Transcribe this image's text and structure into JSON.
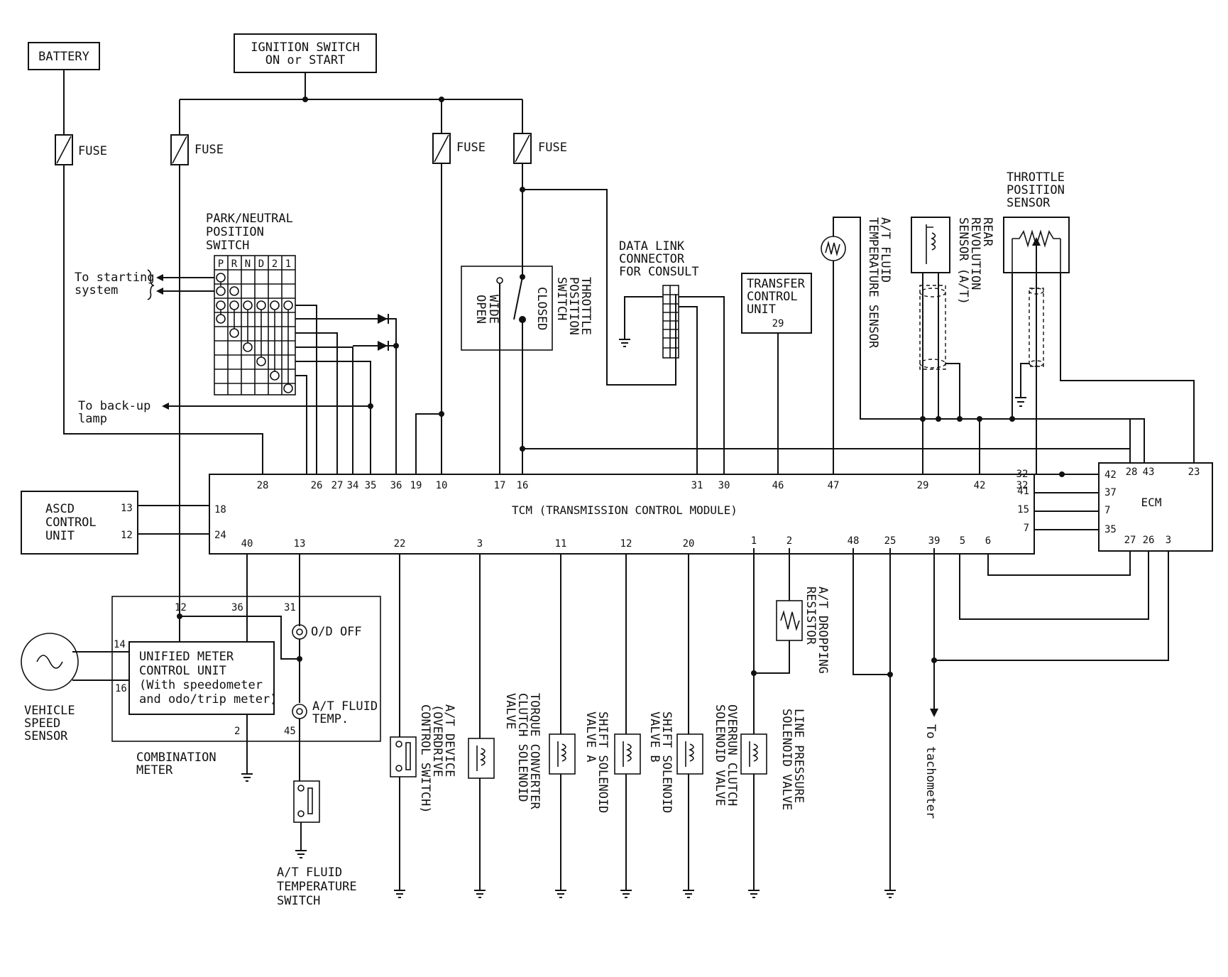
{
  "battery": "BATTERY",
  "ignition": [
    "IGNITION SWITCH",
    "ON or START"
  ],
  "fuse": "FUSE",
  "pnp_switch": [
    "PARK/NEUTRAL",
    "POSITION",
    "SWITCH"
  ],
  "pnp_positions": [
    "P",
    "R",
    "N",
    "D",
    "2",
    "1"
  ],
  "to_starting": [
    "To starting",
    "system"
  ],
  "to_backup": [
    "To back-up",
    "lamp"
  ],
  "throttle_switch": [
    "THROTTLE",
    "POSITION",
    "SWITCH"
  ],
  "closed": "CLOSED",
  "wide_open": [
    "WIDE",
    "OPEN"
  ],
  "data_link": [
    "DATA LINK",
    "CONNECTOR",
    "FOR CONSULT"
  ],
  "transfer_unit": [
    "TRANSFER",
    "CONTROL",
    "UNIT"
  ],
  "transfer_pin": "29",
  "fluid_temp_sensor": [
    "A/T FLUID",
    "TEMPERATURE SENSOR"
  ],
  "rear_rev_sensor": [
    "REAR",
    "REVOLUTION",
    "SENSOR (A/T)"
  ],
  "tps_sensor": [
    "THROTTLE",
    "POSITION",
    "SENSOR"
  ],
  "tcm_title": "TCM (TRANSMISSION CONTROL MODULE)",
  "ecm_title": "ECM",
  "ascd": [
    "ASCD",
    "CONTROL",
    "UNIT"
  ],
  "ascd_pins": [
    "13",
    "12"
  ],
  "tcm_left_pins": [
    "18",
    "24"
  ],
  "tcm_top_pins": [
    "28",
    "26",
    "27",
    "34",
    "35",
    "36",
    "19",
    "10",
    "17",
    "16",
    "31",
    "30",
    "46",
    "47",
    "29",
    "42",
    "32"
  ],
  "tcm_bottom_pins": [
    "40",
    "13",
    "22",
    "3",
    "11",
    "12",
    "20",
    "1",
    "2",
    "48",
    "25",
    "39",
    "5",
    "6"
  ],
  "tcm_right_pins": [
    "41",
    "15",
    "7"
  ],
  "ecm_left_pins": [
    "42",
    "37",
    "7",
    "35"
  ],
  "ecm_top_pins": [
    "28",
    "43",
    "23"
  ],
  "ecm_bottom_pins": [
    "27",
    "26",
    "3"
  ],
  "combo_meter": [
    "COMBINATION",
    "METER"
  ],
  "combo_pins": [
    "12",
    "36",
    "31",
    "14",
    "16",
    "2",
    "45"
  ],
  "unified_meter": [
    "UNIFIED METER",
    "CONTROL UNIT",
    "(With speedometer",
    "and odo/trip meter)"
  ],
  "od_off": "O/D OFF",
  "at_fluid_temp": [
    "A/T FLUID",
    "TEMP."
  ],
  "vss": [
    "VEHICLE",
    "SPEED",
    "SENSOR"
  ],
  "fluid_temp_switch": [
    "A/T FLUID",
    "TEMPERATURE",
    "SWITCH"
  ],
  "od_switch": [
    "A/T DEVICE",
    "(OVERDRIVE",
    "CONTROL SWITCH)"
  ],
  "tcc_valve": [
    "TORQUE CONVERTER",
    "CLUTCH SOLENOID",
    "VALVE"
  ],
  "shift_a": [
    "SHIFT SOLENOID",
    "VALVE A"
  ],
  "shift_b": [
    "SHIFT SOLENOID",
    "VALVE B"
  ],
  "overrun": [
    "OVERRUN CLUTCH",
    "SOLENOID VALVE"
  ],
  "line_pressure": [
    "LINE PRESSURE",
    "SOLENOID VALVE"
  ],
  "dropping_resistor": [
    "A/T DROPPING",
    "RESISTOR"
  ],
  "to_tachometer": "To tachometer"
}
